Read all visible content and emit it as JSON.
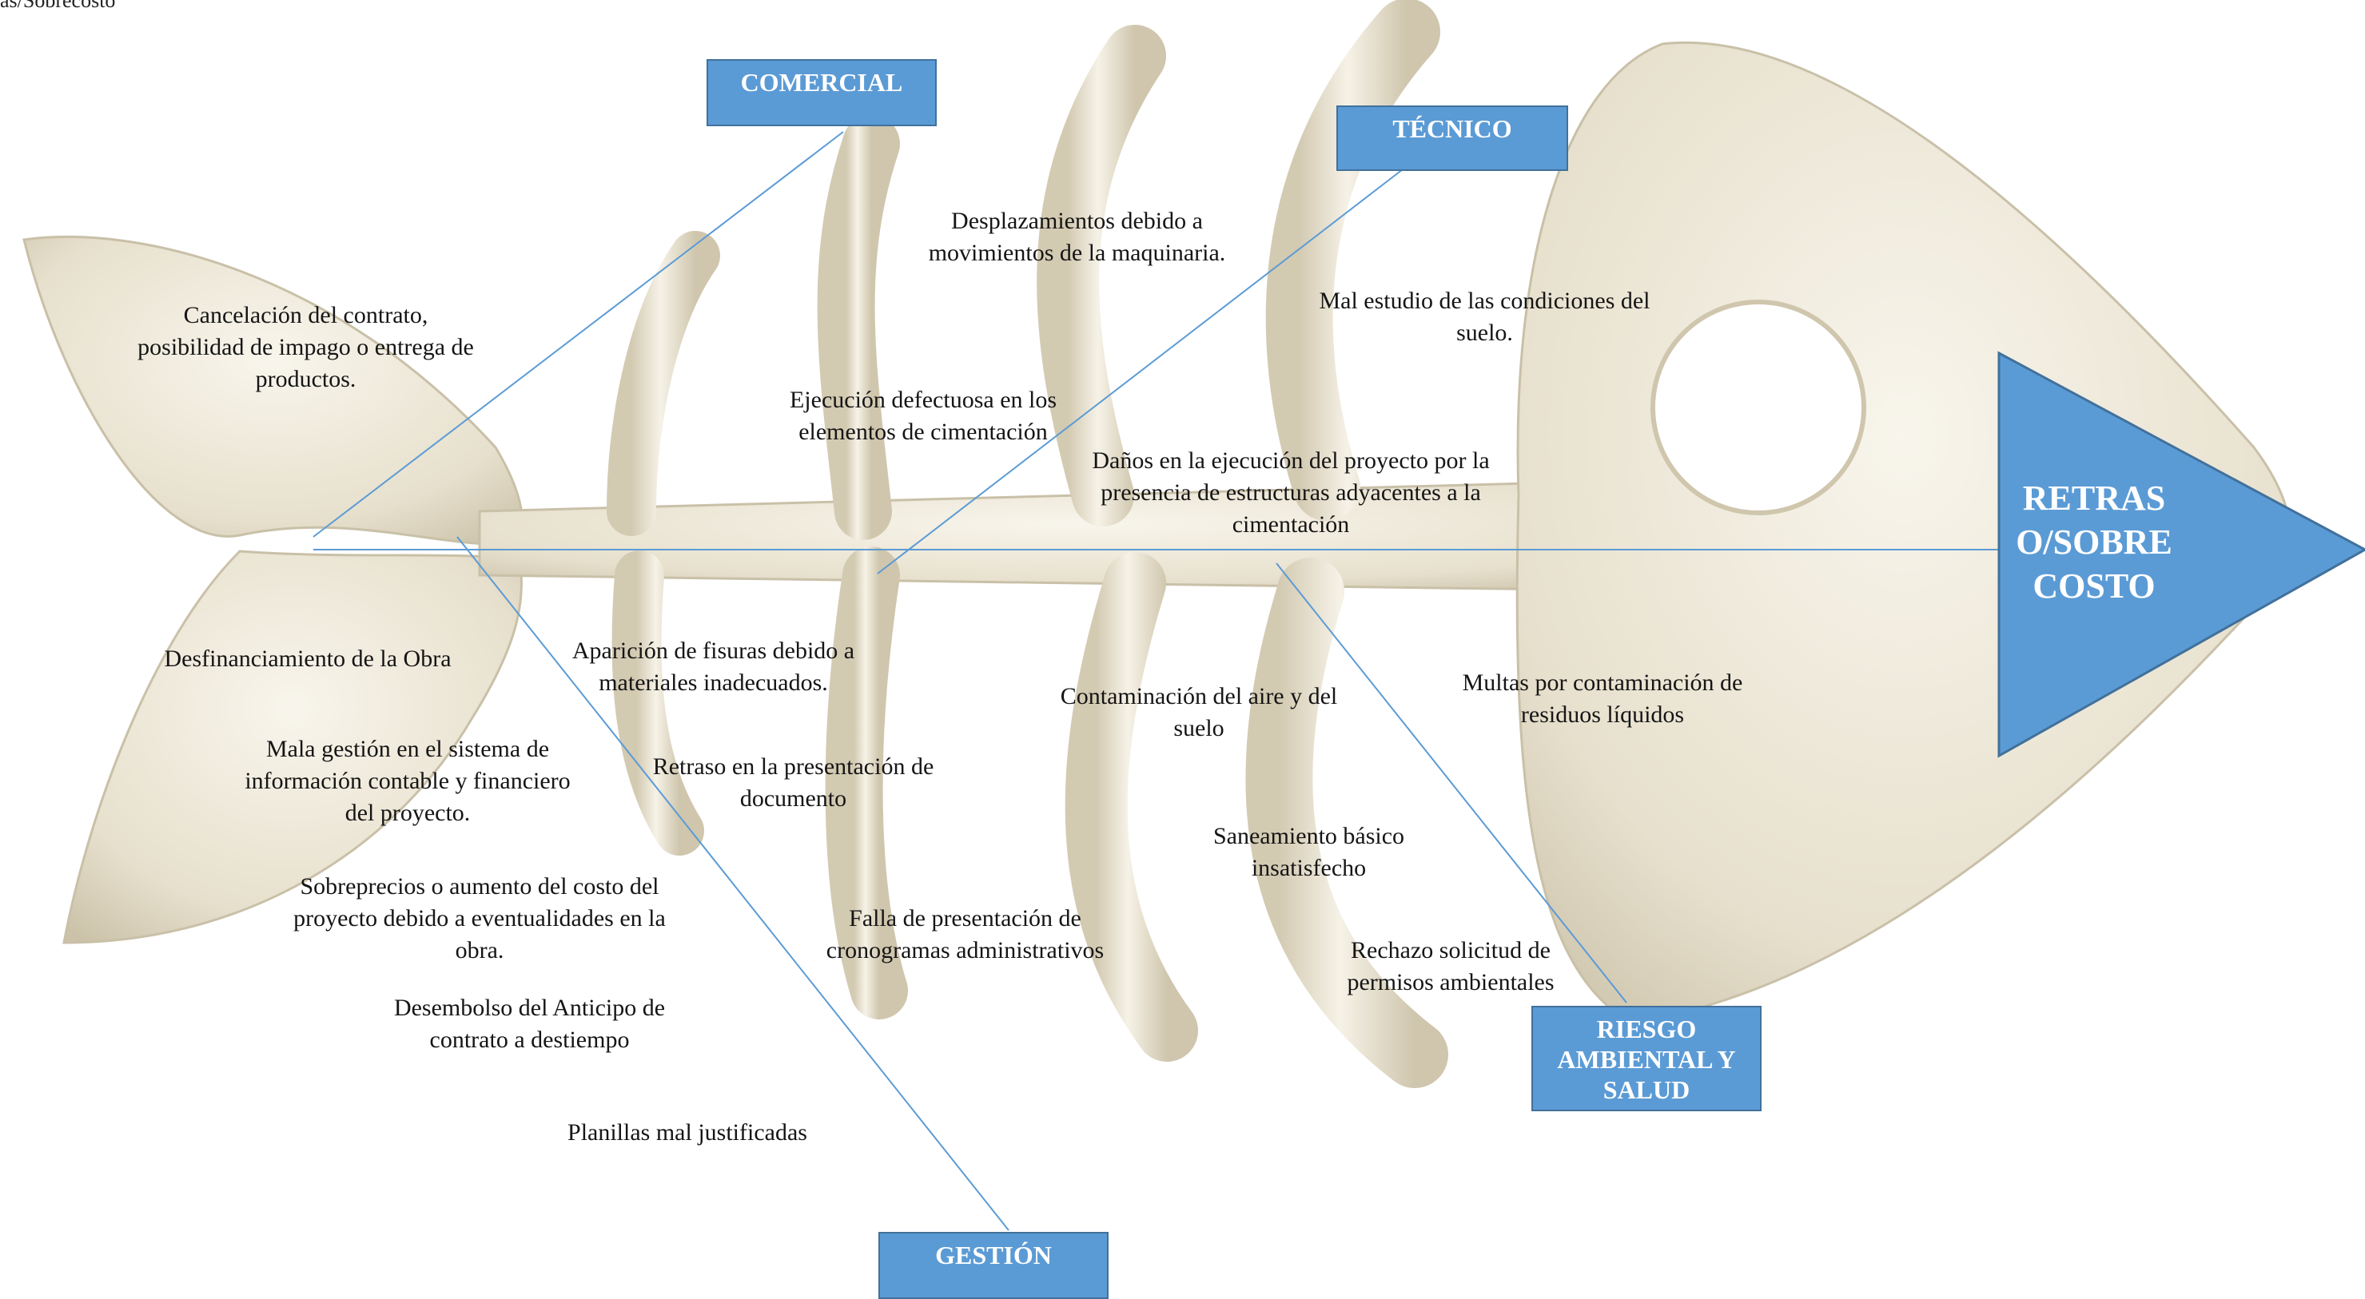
{
  "corner_text": "as/Sobrecosto",
  "effect": "RETRAS O/SOBRE COSTO",
  "categories": {
    "comercial": "COMERCIAL",
    "tecnico": "TÉCNICO",
    "gestion": "GESTIÓN",
    "riesgo": "RIESGO AMBIENTAL Y SALUD"
  },
  "causes": {
    "cancelacion": "Cancelación del contrato, posibilidad de impago o entrega de productos.",
    "desfinanciamiento": "Desfinanciamiento de la Obra",
    "mala_gestion": "Mala gestión en el sistema de información contable y financiero del proyecto.",
    "sobreprecios": "Sobreprecios o aumento del costo del proyecto debido a eventualidades en la obra.",
    "desembolso": "Desembolso del Anticipo de contrato a destiempo",
    "planillas": "Planillas mal justificadas",
    "desplazamientos": "Desplazamientos debido a movimientos de la maquinaria.",
    "ejecucion": "Ejecución defectuosa en los elementos de cimentación",
    "mal_estudio": "Mal estudio de las condiciones del suelo.",
    "danos": "Daños en la ejecución del proyecto por la presencia de estructuras adyacentes a la cimentación",
    "fisuras": "Aparición de fisuras debido a materiales inadecuados.",
    "retraso": "Retraso en la presentación de documento",
    "falla": "Falla de presentación de cronogramas administrativos",
    "contaminacion": "Contaminación del aire y del suelo",
    "saneamiento": "Saneamiento básico insatisfecho",
    "multas": "Multas por contaminación de residuos líquidos",
    "rechazo": "Rechazo solicitud de permisos ambientales"
  },
  "colors": {
    "box_fill": "#5b9bd5",
    "box_border": "#41719c",
    "line": "#5b9bd5",
    "bone": "#ece6d6",
    "bone_edge": "#c9c0a8"
  }
}
